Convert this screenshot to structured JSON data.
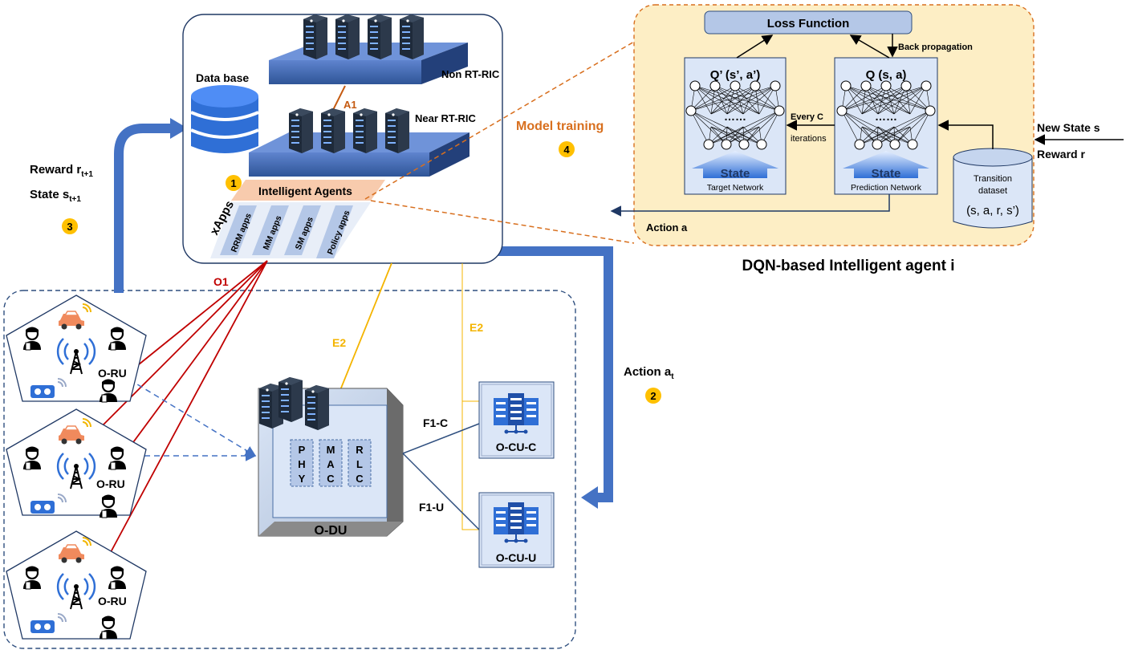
{
  "ric": {
    "database_label": "Data base",
    "non_rt_ric_label": "Non RT-RIC",
    "near_rt_ric_label": "Near RT-RIC",
    "a1_label": "A1",
    "intelligent_agents_label": "Intelligent Agents",
    "xapps_label": "xApps",
    "apps": [
      "RRM apps",
      "MM apps",
      "SM apps",
      "Policy apps"
    ]
  },
  "steps": {
    "step1": "1",
    "step2": "2",
    "step3": "3",
    "step4": "4"
  },
  "feedback": {
    "reward": "Reward r",
    "reward_sub": "t+1",
    "state": "State s",
    "state_sub": "t+1"
  },
  "action": {
    "label": "Action a",
    "sub": "t"
  },
  "model_training_label": "Model training",
  "dqn": {
    "title": "DQN-based Intelligent agent i",
    "loss_function": "Loss Function",
    "back_propagation": "Back propagation",
    "target_q": "Q’ (s’, a’)",
    "prediction_q": "Q (s, a)",
    "dots": "……",
    "every_c": "Every C",
    "iterations": "iterations",
    "state": "State",
    "target_network": "Target Network",
    "prediction_network": "Prediction Network",
    "transition_1": "Transition",
    "transition_2": "dataset",
    "transition_tuple": "(s, a, r, s’)",
    "new_state": "New State s",
    "reward": "Reward r",
    "action": "Action a"
  },
  "ran": {
    "o1_label": "O1",
    "e2_left": "E2",
    "e2_right": "E2",
    "o_ru_label": "O-RU",
    "o_du_label": "O-DU",
    "du_blocks": [
      "P H Y",
      "M A C",
      "R L C"
    ],
    "f1c_label": "F1-C",
    "f1u_label": "F1-U",
    "o_cu_c_label": "O-CU-C",
    "o_cu_u_label": "O-CU-U"
  },
  "colors": {
    "blue_arrow": "#4472c4",
    "o1_line": "#c00000",
    "e2_line": "#f4b400",
    "ric_panel": "#e8eefa",
    "dqn_bg": "#fdeec5",
    "training_orange": "#d86f1e",
    "badge": "#ffc000"
  }
}
